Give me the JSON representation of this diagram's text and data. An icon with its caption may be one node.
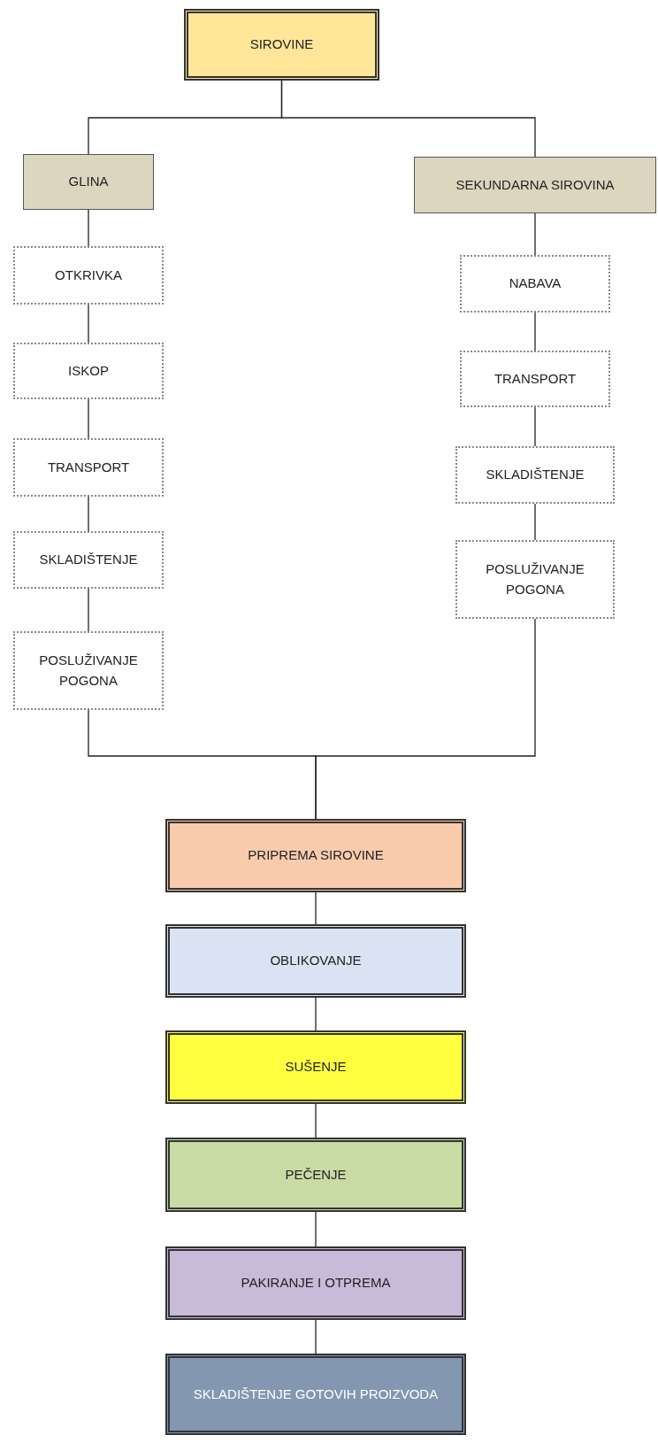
{
  "diagram": {
    "nodes": [
      {
        "text": [
          "SIROVINE"
        ]
      },
      {
        "text": [
          "GLINA"
        ]
      },
      {
        "text": [
          "SEKUNDARNA SIROVINA"
        ]
      },
      {
        "text": [
          "OTKRIVKA"
        ]
      },
      {
        "text": [
          "ISKOP"
        ]
      },
      {
        "text": [
          "TRANSPORT"
        ]
      },
      {
        "text": [
          "SKLADIŠTENJE"
        ]
      },
      {
        "text": [
          "POSLUŽIVANJE POGONA"
        ]
      },
      {
        "text": [
          "NABAVA"
        ]
      },
      {
        "text": [
          "TRANSPORT"
        ]
      },
      {
        "text": [
          "SKLADIŠTENJE"
        ]
      },
      {
        "text": [
          "POSLUŽIVANJE POGONA"
        ]
      },
      {
        "text": [
          "PRIPREMA SIROVINE"
        ]
      },
      {
        "text": [
          "OBLIKOVANJE"
        ]
      },
      {
        "text": [
          "SUŠENJE"
        ]
      },
      {
        "text": [
          "PEČENJE"
        ]
      },
      {
        "text": [
          "PAKIRANJE I OTPREMA"
        ]
      },
      {
        "text": [
          "SKLADIŠTENJE GOTOVIH PROIZVODA"
        ]
      }
    ],
    "edges": [
      {
        "from": 0,
        "to": 1,
        "arrow": "none"
      },
      {
        "from": 0,
        "to": 2,
        "arrow": "none"
      },
      {
        "from": 1,
        "to": 3,
        "arrow": "none"
      },
      {
        "from": 3,
        "to": 4,
        "arrow": "none"
      },
      {
        "from": 4,
        "to": 5,
        "arrow": "none"
      },
      {
        "from": 5,
        "to": 6,
        "arrow": "none"
      },
      {
        "from": 6,
        "to": 7,
        "arrow": "none"
      },
      {
        "from": 2,
        "to": 8,
        "arrow": "none"
      },
      {
        "from": 8,
        "to": 9,
        "arrow": "none"
      },
      {
        "from": 9,
        "to": 10,
        "arrow": "none"
      },
      {
        "from": 10,
        "to": 11,
        "arrow": "none"
      },
      {
        "from": 7,
        "to": 12,
        "arrow": "none"
      },
      {
        "from": 11,
        "to": 12,
        "arrow": "none"
      },
      {
        "from": 12,
        "to": 13,
        "arrow": "none"
      },
      {
        "from": 13,
        "to": 14,
        "arrow": "none"
      },
      {
        "from": 14,
        "to": 15,
        "arrow": "none"
      },
      {
        "from": 15,
        "to": 16,
        "arrow": "none"
      },
      {
        "from": 16,
        "to": 17,
        "arrow": "none"
      }
    ]
  }
}
